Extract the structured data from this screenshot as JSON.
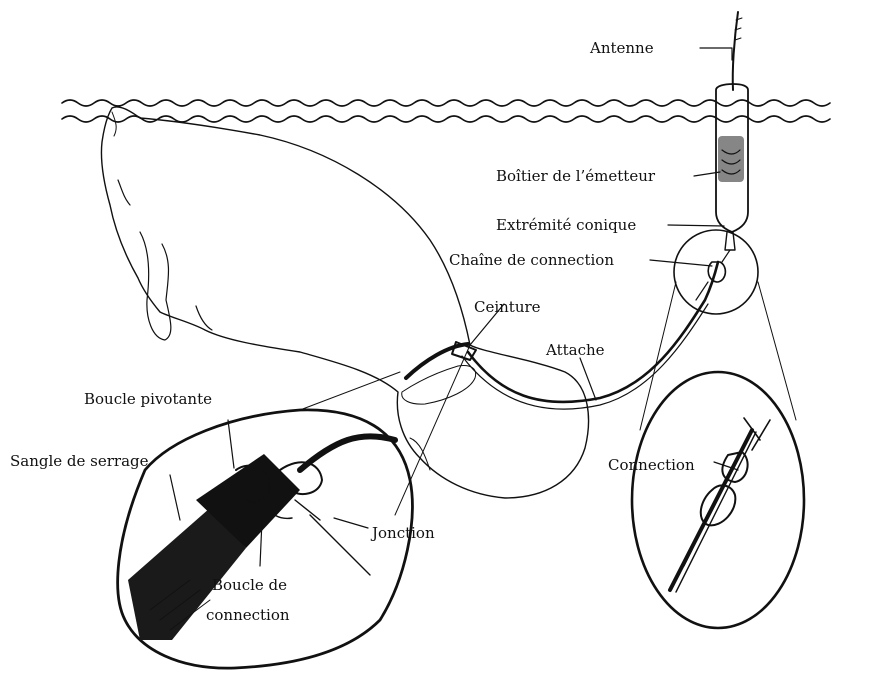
{
  "labels": {
    "antenne": "Antenne",
    "boitier": "Boîtier de l’émetteur",
    "extremite": "Extrémité conique",
    "chaine": "Chaîne de connection",
    "ceinture": "Ceinture",
    "attache": "Attache",
    "boucle_pivotante": "Boucle pivotante",
    "sangle": "Sangle de serrage",
    "jonction": "Jonction",
    "boucle_de": "Boucle de",
    "connection_word": "connection",
    "connection_detail": "Connection"
  },
  "colors": {
    "ink": "#111111",
    "background": "#ffffff"
  }
}
